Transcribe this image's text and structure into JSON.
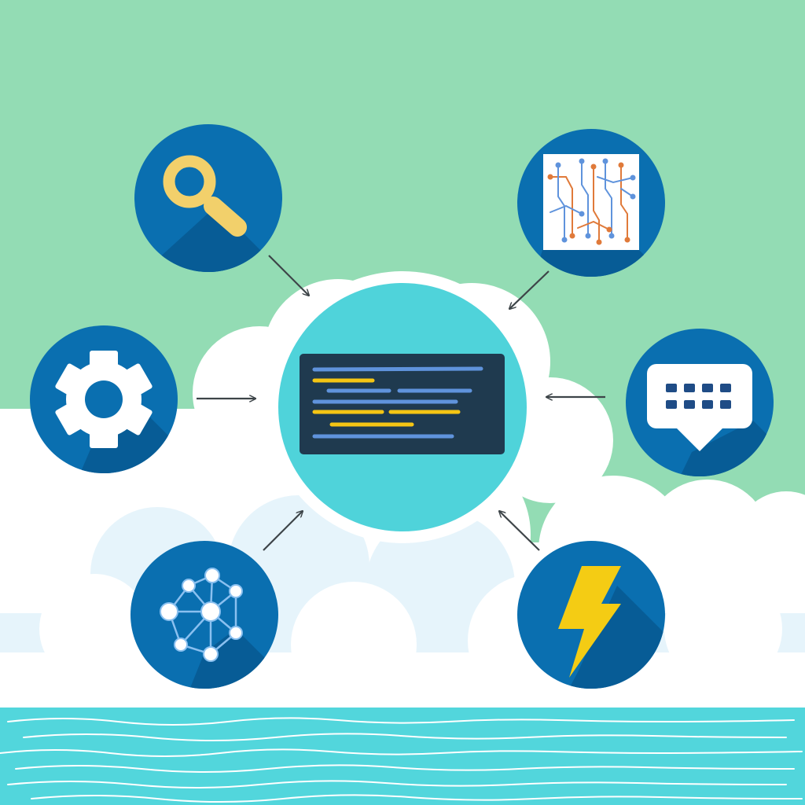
{
  "colors": {
    "sky": "#93dcb4",
    "cloud": "#ffffff",
    "cloud_shade": "#e6f4fb",
    "water": "#52d6dc",
    "wave": "#ffffff",
    "hub_ring": "#ffffff",
    "hub_fill": "#4fd3da",
    "node_fill": "#0a6fb0",
    "node_shadow": "#075c96",
    "arrow": "#3d4448",
    "code_panel": "#1f3a4f",
    "code_blue": "#5f93dc",
    "code_yellow": "#f4c514",
    "icon_yellow": "#f2d06b",
    "bolt_yellow": "#f4cc14"
  },
  "diagram": {
    "hub": {
      "icon": "code-editor-icon"
    },
    "nodes": [
      {
        "id": "search",
        "icon": "magnifier-icon"
      },
      {
        "id": "circuit",
        "icon": "circuit-board-icon"
      },
      {
        "id": "settings",
        "icon": "gear-icon"
      },
      {
        "id": "chat",
        "icon": "chat-bubble-icon"
      },
      {
        "id": "network",
        "icon": "network-graph-icon"
      },
      {
        "id": "power",
        "icon": "lightning-bolt-icon"
      }
    ],
    "connections": [
      {
        "from": "search",
        "to": "hub"
      },
      {
        "from": "circuit",
        "to": "hub"
      },
      {
        "from": "settings",
        "to": "hub"
      },
      {
        "from": "chat",
        "to": "hub"
      },
      {
        "from": "network",
        "to": "hub"
      },
      {
        "from": "power",
        "to": "hub"
      }
    ]
  }
}
